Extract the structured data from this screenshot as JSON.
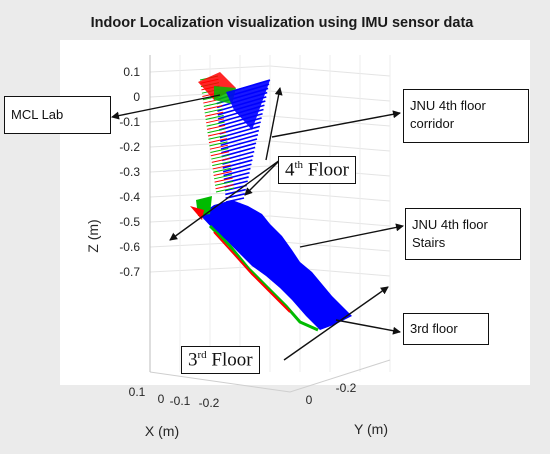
{
  "chart_data": {
    "type": "3d-line",
    "title": "Indoor Localization visualization using IMU sensor data",
    "xlabel": "X (m)",
    "ylabel": "Y (m)",
    "zlabel": "Z (m)",
    "x_ticks": [
      "0.1",
      "0",
      "-0.1",
      "-0.2"
    ],
    "y_ticks": [
      "0",
      "-0.2"
    ],
    "z_ticks": [
      "0.1",
      "0",
      "-0.1",
      "-0.2",
      "-0.3",
      "-0.4",
      "-0.5",
      "-0.6",
      "-0.7"
    ],
    "zlim": [
      -0.75,
      0.12
    ],
    "grid": true,
    "series_colors": {
      "x_axis_marker": "#ff0000",
      "y_axis_marker": "#00bb00",
      "z_axis_marker": "#0000ff"
    }
  },
  "annotations": {
    "mcl_lab": "MCL Lab",
    "corridor": "JNU 4th floor corridor",
    "stairs": "JNU 4th floor Stairs",
    "third_floor": "3rd floor",
    "floor4_num": "4",
    "floor4_sup": "th",
    "floor4_word": "Floor",
    "floor3_num": "3",
    "floor3_sup": "rd",
    "floor3_word": "Floor"
  }
}
